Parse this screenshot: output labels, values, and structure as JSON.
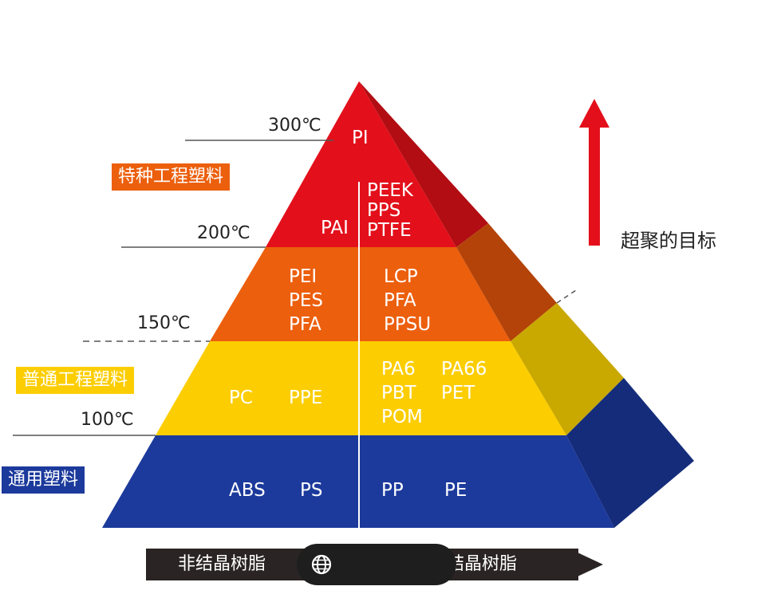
{
  "temperatures": {
    "t300": "300℃",
    "t200": "200℃",
    "t150": "150℃",
    "t100": "100℃"
  },
  "categories": {
    "special": "特种工程塑料",
    "engineering": "普通工程塑料",
    "general": "通用塑料"
  },
  "materials": {
    "pi": "PI",
    "pai": "PAI",
    "peek": "PEEK",
    "pps": "PPS",
    "ptfe": "PTFE",
    "pei": "PEI",
    "pes": "PES",
    "pfa_left": "PFA",
    "lcp": "LCP",
    "pfa_right": "PFA",
    "ppsu": "PPSU",
    "pc": "PC",
    "ppe": "PPE",
    "pa6": "PA6",
    "pa66": "PA66",
    "pbt": "PBT",
    "pet": "PET",
    "pom": "POM",
    "abs": "ABS",
    "ps": "PS",
    "pp": "PP",
    "pe": "PE"
  },
  "target_label": "超聚的目标",
  "bottom": {
    "left": "非结晶树脂",
    "right": "结晶树脂"
  },
  "colors": {
    "red": "#e3101b",
    "orange": "#ec5f0d",
    "yellow": "#fccd00",
    "blue": "#1c3a9c",
    "arrow": "#e3101b"
  }
}
